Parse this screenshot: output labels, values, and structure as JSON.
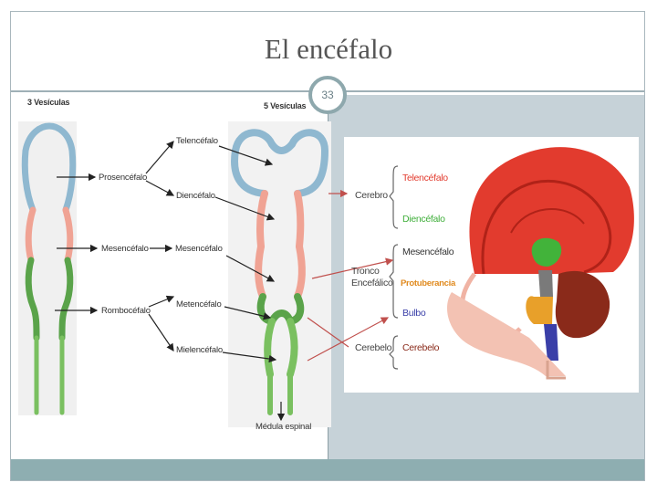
{
  "slide": {
    "title": "El encéfalo",
    "number": "33"
  },
  "embryo": {
    "three_vesicles_header": "3 Vesículas",
    "five_vesicles_header": "5 Vesículas",
    "primary": [
      "Prosencéfalo",
      "Mesencéfalo",
      "Rombocéfalo"
    ],
    "secondary": [
      "Telencéfalo",
      "Diencéfalo",
      "Mesencéfalo",
      "Metencéfalo",
      "Mielencéfalo"
    ],
    "spinal_cord": "Médula espinal"
  },
  "brain": {
    "groups": [
      "Cerebro",
      "Tronco Encefálico",
      "Cerebelo"
    ],
    "parts": [
      {
        "label": "Telencéfalo",
        "color": "#e23b2e"
      },
      {
        "label": "Diencéfalo",
        "color": "#3fae3a"
      },
      {
        "label": "Mesencéfalo",
        "color": "#333333"
      },
      {
        "label": "Protuberancia",
        "color": "#e08a1e"
      },
      {
        "label": "Bulbo",
        "color": "#3a3fa8"
      },
      {
        "label": "Cerebelo",
        "color": "#8a2a1a"
      }
    ]
  },
  "colors": {
    "frame_border": "#a9b7bd",
    "right_panel": "#c6d2d8",
    "bottom_band": "#8eaeb1",
    "connector_arrows": "#c0504d"
  }
}
